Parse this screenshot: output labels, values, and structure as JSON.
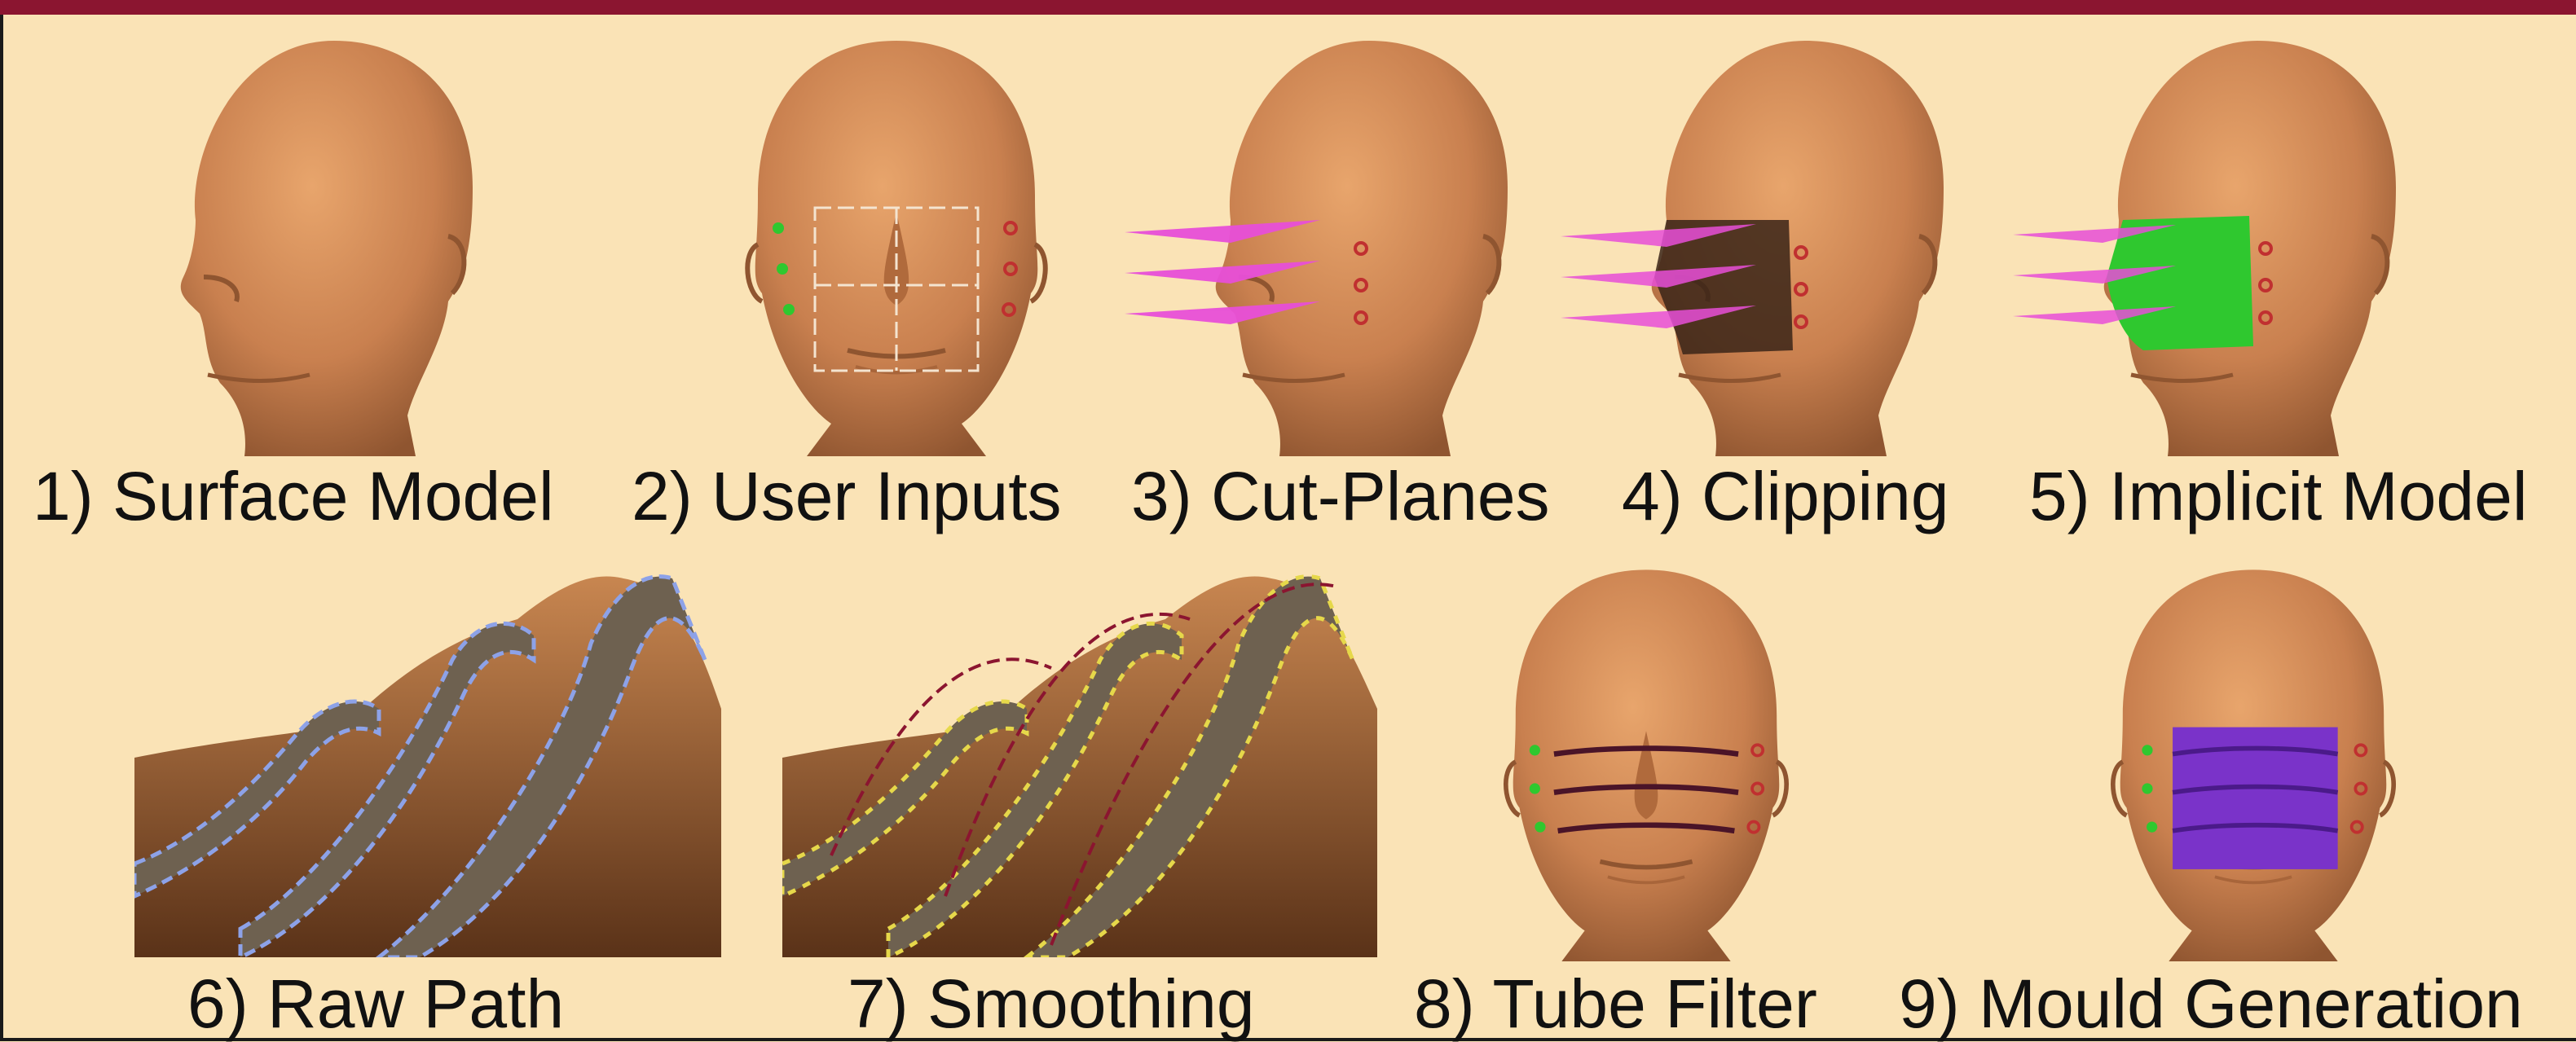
{
  "colors": {
    "background": "#fae3b6",
    "top_bar": "#8b1530",
    "skin": "#c9804f",
    "cut_plane": "#e84fd8",
    "implicit_model": "#2fc82f",
    "mould": "#7a33c9",
    "tube": "#4a1428"
  },
  "steps": [
    {
      "label": "1) Surface Model"
    },
    {
      "label": "2) User Inputs"
    },
    {
      "label": "3) Cut-Planes"
    },
    {
      "label": "4) Clipping"
    },
    {
      "label": "5) Implicit Model"
    },
    {
      "label": "6) Raw Path"
    },
    {
      "label": "7) Smoothing"
    },
    {
      "label": "8) Tube Filter"
    },
    {
      "label": "9) Mould Generation"
    }
  ]
}
